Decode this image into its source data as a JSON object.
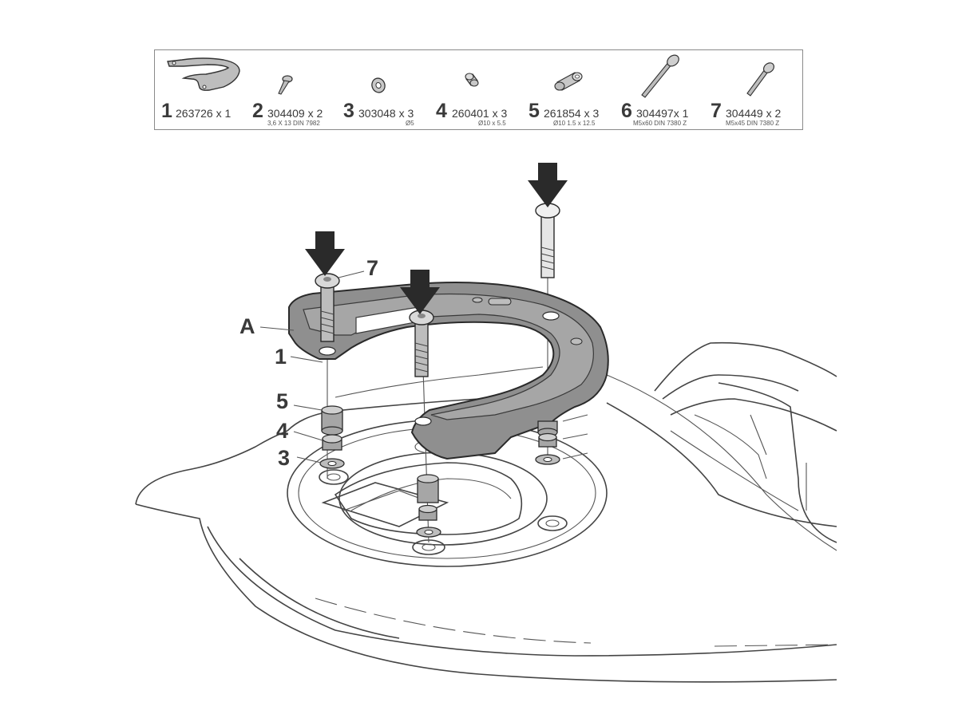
{
  "parts": [
    {
      "number": "1",
      "code": "263726 x 1",
      "spec": ""
    },
    {
      "number": "2",
      "code": "304409 x 2",
      "spec": "3,6 X 13 DIN 7982"
    },
    {
      "number": "3",
      "code": "303048 x 3",
      "spec": "Ø5"
    },
    {
      "number": "4",
      "code": "260401 x 3",
      "spec": "Ø10 x 5.5"
    },
    {
      "number": "5",
      "code": "261854 x 3",
      "spec": "Ø10 1.5 x 12.5"
    },
    {
      "number": "6",
      "code": "304497x 1",
      "spec": "M5x60 DIN 7380 Z"
    },
    {
      "number": "7",
      "code": "304449 x 2",
      "spec": "M5x45 DIN 7380 Z"
    }
  ],
  "callouts": {
    "a": "A",
    "c1": "1",
    "c3": "3",
    "c4": "4",
    "c5": "5",
    "c7": "7"
  },
  "colors": {
    "ink": "#3a3a3a",
    "ring_fill": "#8f8f8f",
    "part_fill": "#a6a6a6",
    "arrow": "#2a2a2a"
  }
}
